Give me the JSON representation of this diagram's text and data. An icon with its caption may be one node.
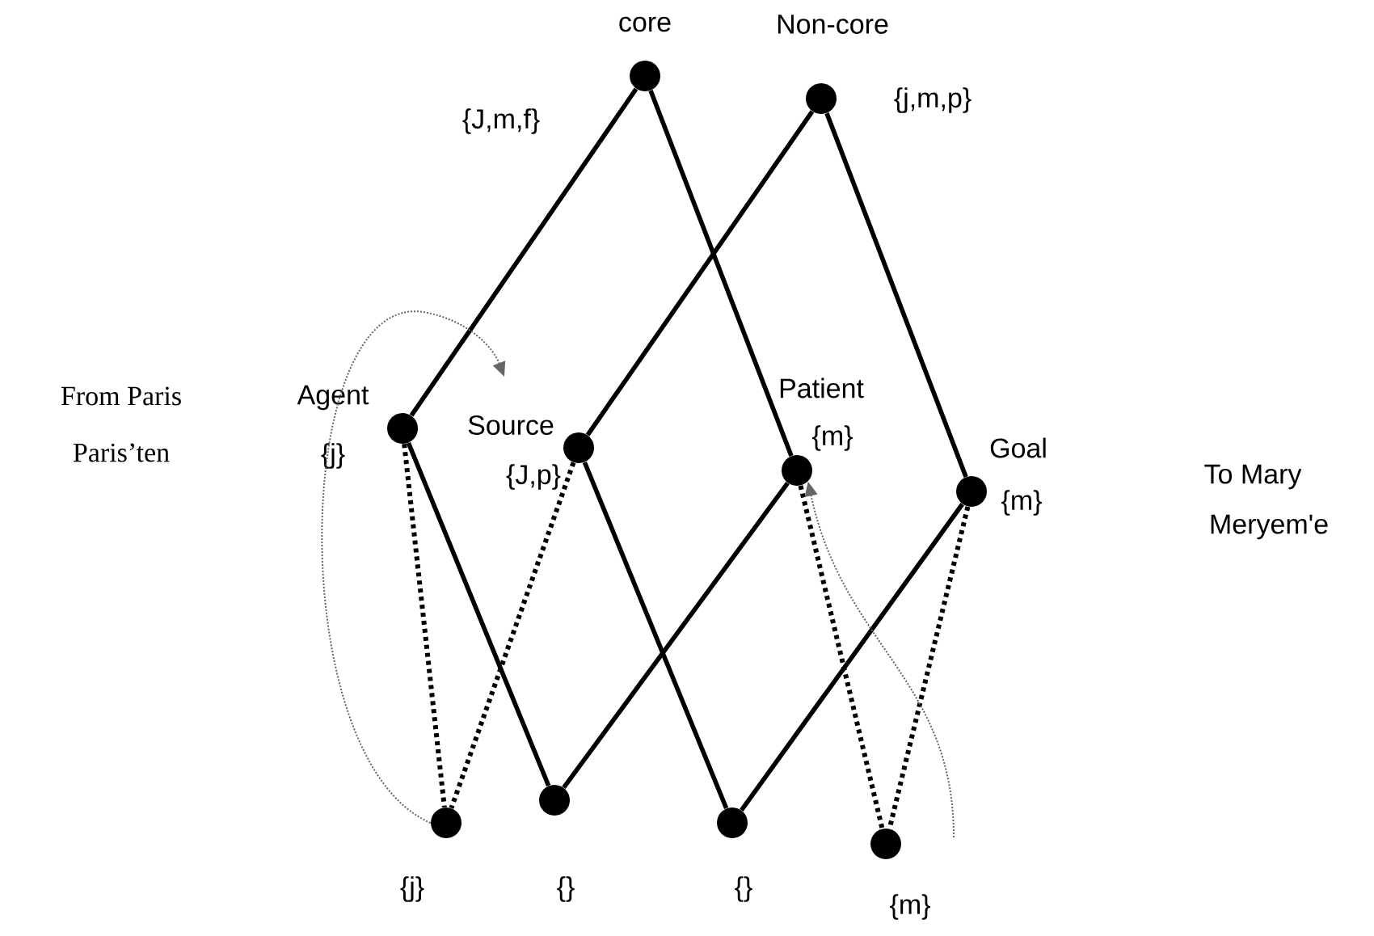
{
  "diagram": {
    "nodes": [
      {
        "text": [
          "core",
          "{J,m,f}"
        ]
      },
      {
        "text": [
          "Non-core",
          "{j,m,p}"
        ]
      },
      {
        "text": [
          "Agent",
          "{j}"
        ]
      },
      {
        "text": [
          "Source",
          "{J,p}"
        ]
      },
      {
        "text": [
          "Patient",
          "{m}"
        ]
      },
      {
        "text": [
          "Goal",
          "{m}"
        ]
      },
      {
        "text": [
          "{j}"
        ]
      },
      {
        "text": [
          "{}"
        ]
      },
      {
        "text": [
          "{}"
        ]
      },
      {
        "text": [
          "{m}"
        ]
      }
    ],
    "edges": [
      {
        "from": 0,
        "to": 2,
        "arrow": "none"
      },
      {
        "from": 0,
        "to": 4,
        "arrow": "none"
      },
      {
        "from": 1,
        "to": 3,
        "arrow": "none"
      },
      {
        "from": 1,
        "to": 5,
        "arrow": "none"
      },
      {
        "from": 2,
        "to": 7,
        "arrow": "none"
      },
      {
        "from": 3,
        "to": 8,
        "arrow": "none"
      },
      {
        "from": 4,
        "to": 7,
        "arrow": "none"
      },
      {
        "from": 5,
        "to": 8,
        "arrow": "none"
      },
      {
        "from": 2,
        "to": 6,
        "arrow": "none",
        "style": "dashed"
      },
      {
        "from": 3,
        "to": 6,
        "arrow": "none",
        "style": "dashed"
      },
      {
        "from": 4,
        "to": 9,
        "arrow": "none",
        "style": "dashed"
      },
      {
        "from": 5,
        "to": 9,
        "arrow": "none",
        "style": "dashed"
      },
      {
        "from": 6,
        "to": null,
        "arrow": "to",
        "style": "dashed",
        "color": "#666666"
      },
      {
        "from": null,
        "to": 4,
        "arrow": "to",
        "style": "dashed",
        "color": "#666666"
      }
    ],
    "labels": [
      "From Paris",
      "Paris’ten",
      "To Mary",
      "Meryem'e"
    ]
  }
}
